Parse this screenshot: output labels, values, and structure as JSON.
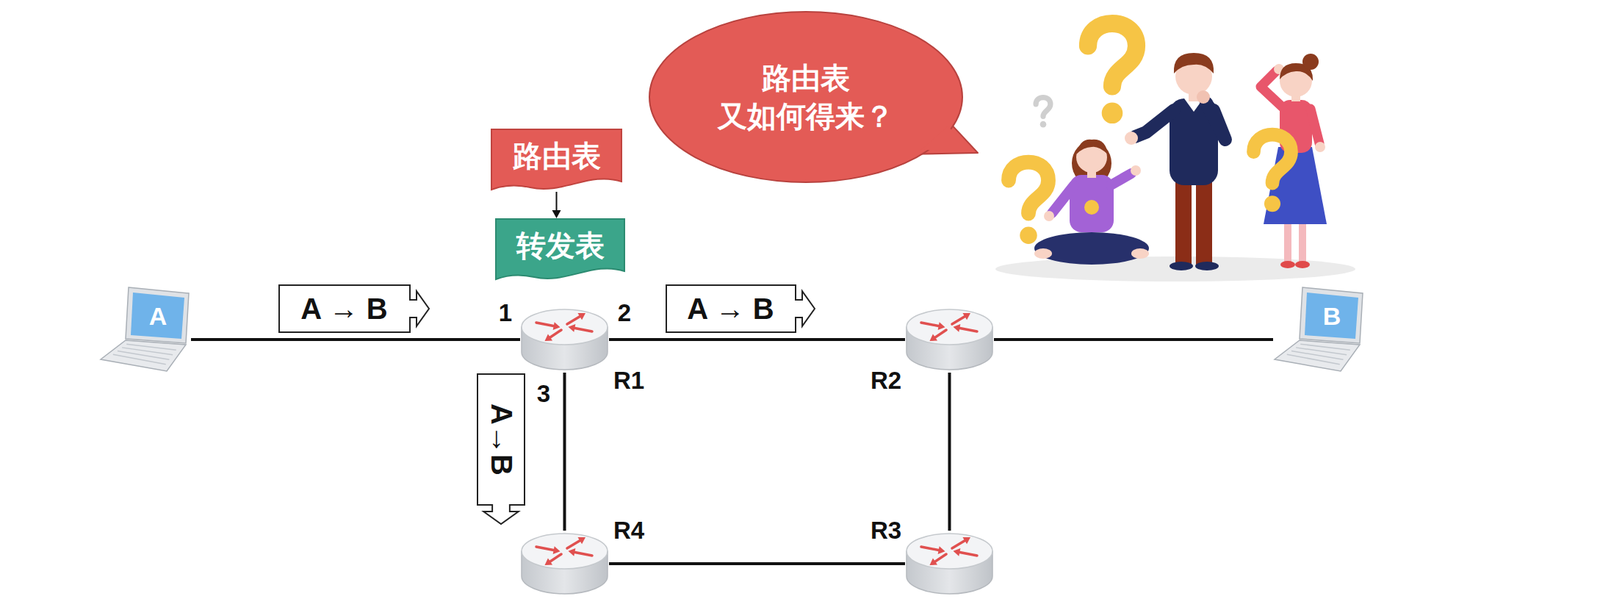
{
  "diagram": {
    "nodes": [
      {
        "text": [
          "路由表"
        ]
      },
      {
        "text": [
          "转发表"
        ]
      },
      {
        "text": [
          "路由表 又如何得来？"
        ]
      },
      {
        "text": [
          "A → B"
        ]
      },
      {
        "text": [
          "A → B"
        ]
      },
      {
        "text": [
          "A"
        ]
      },
      {
        "text": [
          "R1"
        ]
      },
      {
        "text": [
          "R2"
        ]
      },
      {
        "text": [
          "B"
        ]
      },
      {
        "text": [
          "A→B"
        ]
      },
      {
        "text": [
          "R4"
        ]
      },
      {
        "text": [
          "R3"
        ]
      }
    ],
    "edges": [
      {
        "from": 0,
        "to": 1,
        "arrow": "to"
      },
      {
        "from": 5,
        "to": 6,
        "arrow": "none"
      },
      {
        "from": 6,
        "to": 7,
        "arrow": "none"
      },
      {
        "from": 7,
        "to": 8,
        "arrow": "none"
      },
      {
        "from": 7,
        "to": 11,
        "arrow": "none"
      },
      {
        "from": 11,
        "to": 10,
        "arrow": "none"
      },
      {
        "from": 10,
        "to": 6,
        "arrow": "none"
      }
    ],
    "labels": [
      "1",
      "2",
      "3"
    ]
  }
}
